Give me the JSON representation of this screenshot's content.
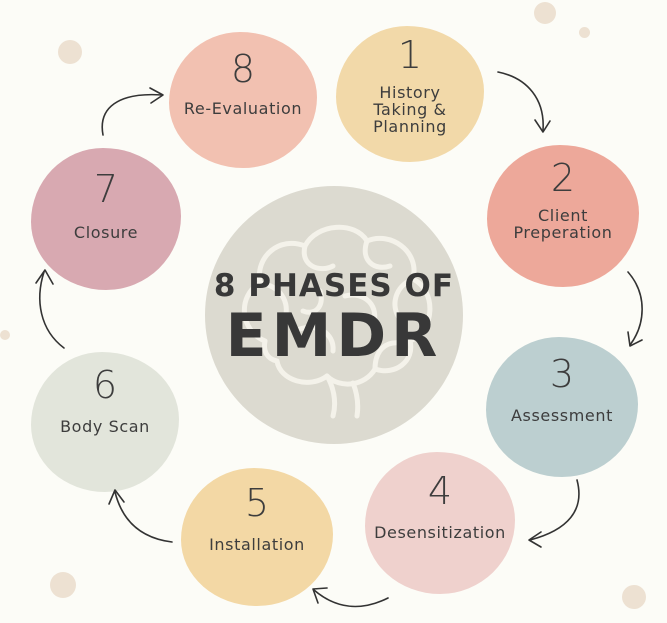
{
  "title": {
    "line1": "8 PHASES OF",
    "line2": "EMDR"
  },
  "phases": [
    {
      "number": "1",
      "label": "History\nTaking &\nPlanning",
      "color": "#f2d9a9"
    },
    {
      "number": "2",
      "label": "Client\nPreperation",
      "color": "#eda89a"
    },
    {
      "number": "3",
      "label": "Assessment",
      "color": "#bccfd0"
    },
    {
      "number": "4",
      "label": "Desensitization",
      "color": "#efd1cd"
    },
    {
      "number": "5",
      "label": "Installation",
      "color": "#f3d8a5"
    },
    {
      "number": "6",
      "label": "Body Scan",
      "color": "#e2e5db"
    },
    {
      "number": "7",
      "label": "Closure",
      "color": "#d8a9b1"
    },
    {
      "number": "8",
      "label": "Re-Evaluation",
      "color": "#f2c1b1"
    }
  ],
  "icons": {
    "center": "brain-icon",
    "flow": "curved-arrow-icon"
  },
  "colors": {
    "center_circle": "#dcdad0",
    "text": "#383838",
    "dots": "#ede1d2",
    "arrows": "#333333"
  }
}
